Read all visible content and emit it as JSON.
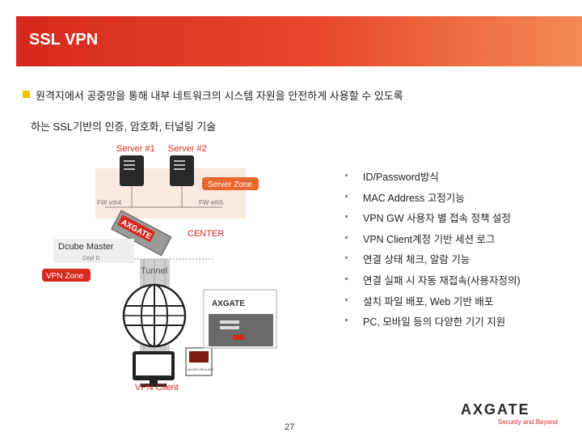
{
  "header": {
    "title": "SSL VPN"
  },
  "intro": {
    "line1": "원격지에서 공중망을 통해 내부 네트워크의 시스템 자원을 안전하게 사용할 수 있도록",
    "line2": "하는 SSL기반의 인증, 암호화, 터널링 기술"
  },
  "diagram": {
    "server1": "Server #1",
    "server2": "Server #2",
    "server_zone": "Server Zone",
    "fw_left": "FW eth4",
    "fw_right": "FW eth5",
    "center": "CENTER",
    "appliance_brand": "AXGATE",
    "dcube_master": "Dcube Master",
    "dcube_small": "Cepl D",
    "vpn_zone": "VPN Zone",
    "tunnel": "Tunnel",
    "vpn_client": "VPN Client",
    "login_brand": "AXGATE",
    "box_label": "AXGATE VPN CLIENT"
  },
  "features": [
    "ID/Password방식",
    "MAC Address 고정기능",
    "VPN GW 사용자 별 접속 정책 설정",
    "VPN Client계정 기반 세션 로그",
    "연결 상태 체크, 알람 기능",
    "연결 실패 시 자동 재접속(사용자정의)",
    "설치 파일 배포, Web 기반 배포",
    "PC, 모바일 등의 다양한 기기 지원"
  ],
  "footer": {
    "page_number": "27",
    "logo_text": "AXGATE",
    "tagline": "Security and Beyond"
  },
  "colors": {
    "accent_red": "#d6281e",
    "zone_orange": "#e8672a",
    "bullet_yellow": "#f2c200"
  }
}
